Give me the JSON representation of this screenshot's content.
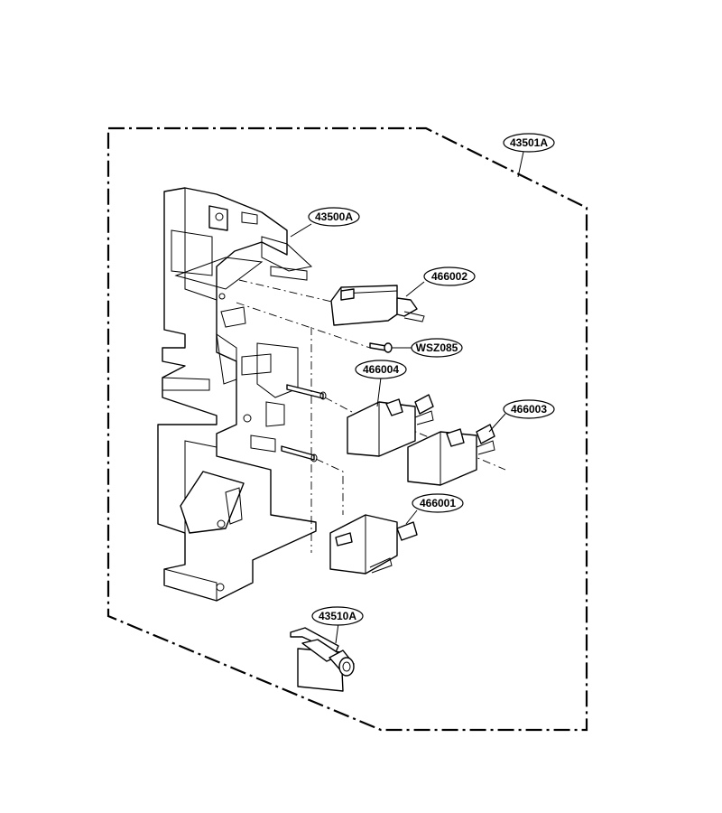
{
  "labels": {
    "assembly": "43501A",
    "latch_board": "43500A",
    "switch_top": "466002",
    "screw": "WSZ085",
    "switch_mid_left": "466004",
    "switch_mid_right": "466003",
    "switch_bottom": "466001",
    "lever": "43510A"
  }
}
